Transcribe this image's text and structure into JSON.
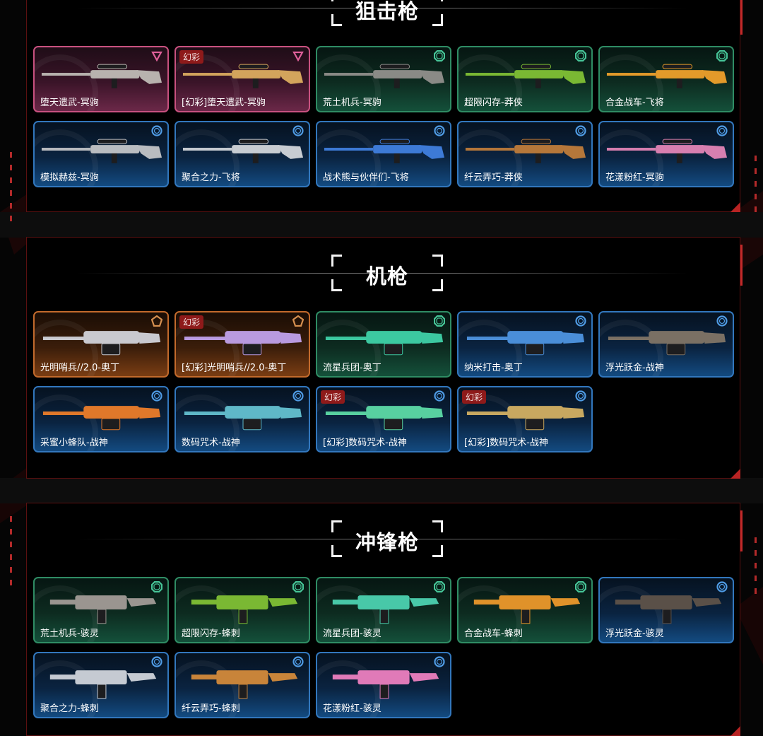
{
  "colors": {
    "pink": "#c8517f",
    "green": "#2f8c64",
    "blue": "#3277bd",
    "orange": "#c26a2c",
    "badge": "#8e1a1a",
    "panel_border": "#5a1010"
  },
  "sections": [
    {
      "title": "狙击枪",
      "cards": [
        {
          "name": "堕天遗武-冥驹",
          "badge": "",
          "rarity": "pink",
          "tier_icon": "triangle-icon",
          "gun_color": "#b8b2ae"
        },
        {
          "name": "[幻彩]堕天遗武-冥驹",
          "badge": "幻彩",
          "rarity": "pink",
          "tier_icon": "triangle-icon",
          "gun_color": "#d3a45c"
        },
        {
          "name": "荒土机兵-冥驹",
          "badge": "",
          "rarity": "green",
          "tier_icon": "octagon-icon",
          "gun_color": "#8a8a86"
        },
        {
          "name": "超限闪存-莽侠",
          "badge": "",
          "rarity": "green",
          "tier_icon": "octagon-icon",
          "gun_color": "#7ab833"
        },
        {
          "name": "合金战车-飞将",
          "badge": "",
          "rarity": "green",
          "tier_icon": "octagon-icon",
          "gun_color": "#e39a2a"
        },
        {
          "name": "模拟赫兹-冥驹",
          "badge": "",
          "rarity": "blue",
          "tier_icon": "circle-icon",
          "gun_color": "#b9bcc0"
        },
        {
          "name": "聚合之力-飞将",
          "badge": "",
          "rarity": "blue",
          "tier_icon": "circle-icon",
          "gun_color": "#c7ccd2"
        },
        {
          "name": "战术熊与伙伴们-飞将",
          "badge": "",
          "rarity": "blue",
          "tier_icon": "circle-icon",
          "gun_color": "#3d7ad6"
        },
        {
          "name": "纤云弄巧-莽侠",
          "badge": "",
          "rarity": "blue",
          "tier_icon": "circle-icon",
          "gun_color": "#b5773a"
        },
        {
          "name": "花漾粉红-冥驹",
          "badge": "",
          "rarity": "blue",
          "tier_icon": "circle-icon",
          "gun_color": "#d77fb0"
        }
      ]
    },
    {
      "title": "机枪",
      "cards": [
        {
          "name": "光明哨兵//2.0-奥丁",
          "badge": "",
          "rarity": "orange",
          "tier_icon": "pentagon-icon",
          "gun_color": "#c9c9cf"
        },
        {
          "name": "[幻彩]光明哨兵//2.0-奥丁",
          "badge": "幻彩",
          "rarity": "orange",
          "tier_icon": "pentagon-icon",
          "gun_color": "#b99adf"
        },
        {
          "name": "流星兵团-奥丁",
          "badge": "",
          "rarity": "green",
          "tier_icon": "octagon-icon",
          "gun_color": "#3cc8a0"
        },
        {
          "name": "纳米打击-奥丁",
          "badge": "",
          "rarity": "blue",
          "tier_icon": "circle-icon",
          "gun_color": "#4a8ed8"
        },
        {
          "name": "浮光跃金-战神",
          "badge": "",
          "rarity": "blue",
          "tier_icon": "circle-icon",
          "gun_color": "#7a7064"
        },
        {
          "name": "采蜜小蜂队-战神",
          "badge": "",
          "rarity": "blue",
          "tier_icon": "circle-icon",
          "gun_color": "#e0782a"
        },
        {
          "name": "数码咒术-战神",
          "badge": "",
          "rarity": "blue",
          "tier_icon": "circle-icon",
          "gun_color": "#5fb8c8"
        },
        {
          "name": "[幻彩]数码咒术-战神",
          "badge": "幻彩",
          "rarity": "blue",
          "tier_icon": "circle-icon",
          "gun_color": "#58d0a0"
        },
        {
          "name": "[幻彩]数码咒术-战神",
          "badge": "幻彩",
          "rarity": "blue",
          "tier_icon": "circle-icon",
          "gun_color": "#c8a860"
        }
      ]
    },
    {
      "title": "冲锋枪",
      "cards": [
        {
          "name": "荒土机兵-骇灵",
          "badge": "",
          "rarity": "green",
          "tier_icon": "octagon-icon",
          "gun_color": "#9a9590"
        },
        {
          "name": "超限闪存-蜂刺",
          "badge": "",
          "rarity": "green",
          "tier_icon": "octagon-icon",
          "gun_color": "#7ab833"
        },
        {
          "name": "流星兵团-骇灵",
          "badge": "",
          "rarity": "green",
          "tier_icon": "octagon-icon",
          "gun_color": "#48c8a8"
        },
        {
          "name": "合金战车-蜂刺",
          "badge": "",
          "rarity": "green",
          "tier_icon": "octagon-icon",
          "gun_color": "#e0922a"
        },
        {
          "name": "浮光跃金-骇灵",
          "badge": "",
          "rarity": "blue",
          "tier_icon": "circle-icon",
          "gun_color": "#5a5048"
        },
        {
          "name": "聚合之力-蜂刺",
          "badge": "",
          "rarity": "blue",
          "tier_icon": "circle-icon",
          "gun_color": "#c5cad2"
        },
        {
          "name": "纤云弄巧-蜂刺",
          "badge": "",
          "rarity": "blue",
          "tier_icon": "circle-icon",
          "gun_color": "#c8843a"
        },
        {
          "name": "花漾粉红-骇灵",
          "badge": "",
          "rarity": "blue",
          "tier_icon": "circle-icon",
          "gun_color": "#e07ab8"
        }
      ]
    }
  ]
}
